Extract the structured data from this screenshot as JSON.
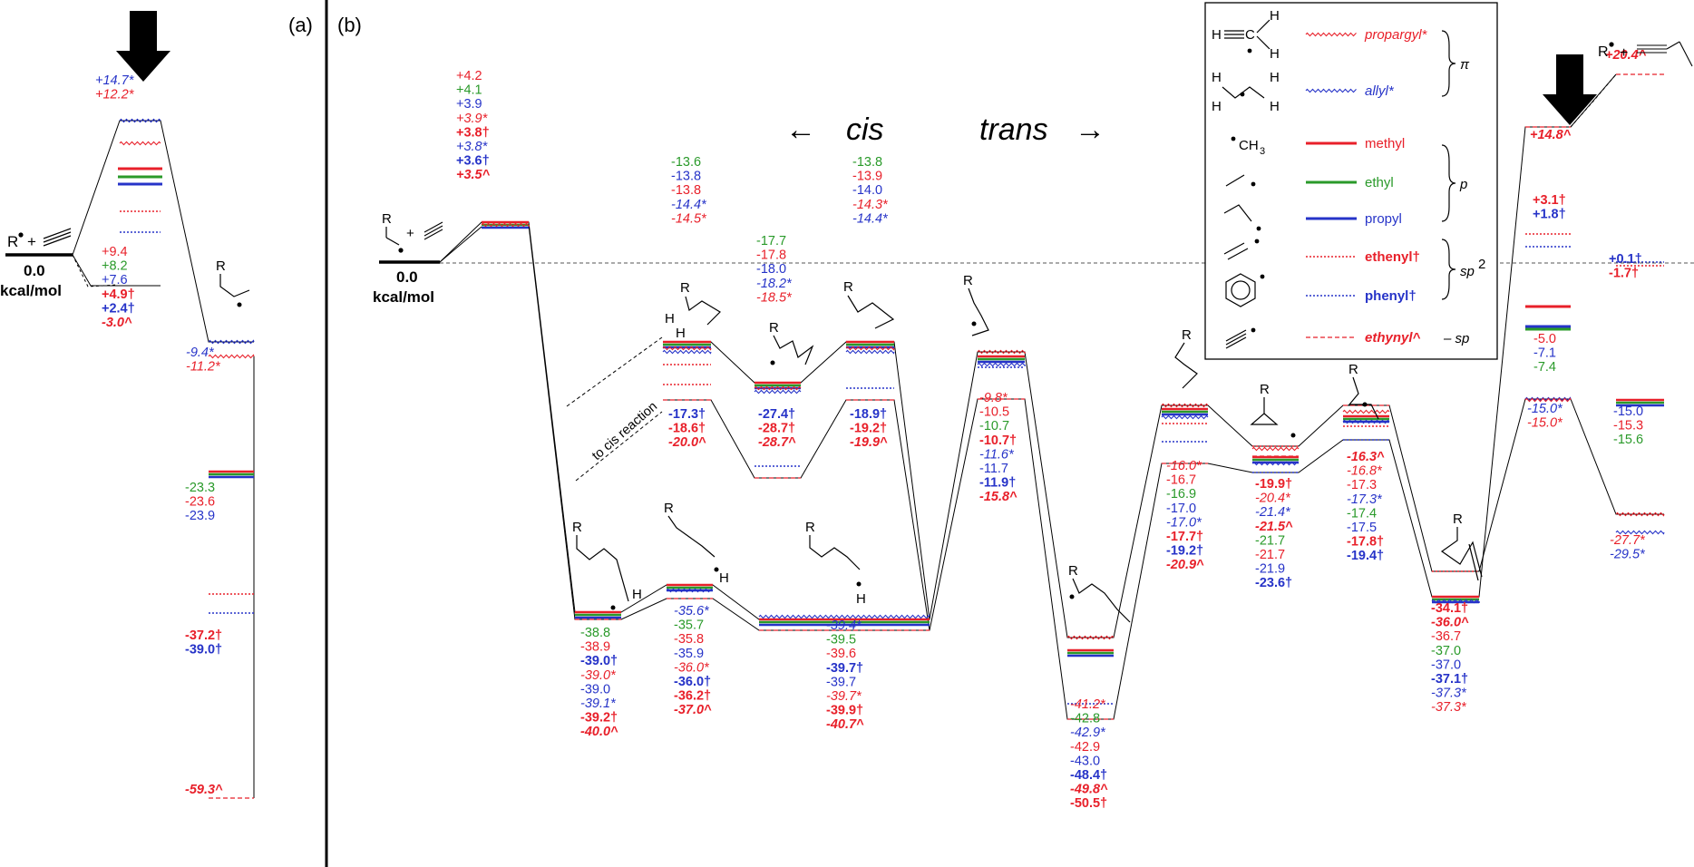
{
  "panels": {
    "a": "(a)",
    "b": "(b)"
  },
  "zero": {
    "value": "0.0",
    "unit": "kcal/mol"
  },
  "directions": {
    "cis": "cis",
    "trans": "trans",
    "left_arrow": "←",
    "right_arrow": "→"
  },
  "reactants_a": "R• + ≡",
  "reactants_b": "R• + ≡",
  "product_right": "R• + ≡—",
  "annotation": "to cis reaction",
  "colors": {
    "propargyl": "#e8202a",
    "allyl": "#2633c8",
    "methyl": "#e8202a",
    "ethyl": "#2a9a2a",
    "propyl": "#2633c8",
    "ethenyl": "#e8202a",
    "phenyl": "#2633c8",
    "ethynyl": "#e8202a",
    "black": "#000000"
  },
  "legend": {
    "items": [
      {
        "key": "propargyl",
        "label": "propargyl*",
        "style": "wavy",
        "color": "#e8202a"
      },
      {
        "key": "allyl",
        "label": "allyl*",
        "style": "wavy",
        "color": "#2633c8"
      },
      {
        "key": "methyl",
        "label": "methyl",
        "style": "solid",
        "color": "#e8202a"
      },
      {
        "key": "ethyl",
        "label": "ethyl",
        "style": "solid",
        "color": "#2a9a2a"
      },
      {
        "key": "propyl",
        "label": "propyl",
        "style": "solid",
        "color": "#2633c8"
      },
      {
        "key": "ethenyl",
        "label": "ethenyl†",
        "style": "dotted",
        "color": "#e8202a"
      },
      {
        "key": "phenyl",
        "label": "phenyl†",
        "style": "dotted",
        "color": "#2633c8"
      },
      {
        "key": "ethynyl",
        "label": "ethynyl^",
        "style": "dashed",
        "color": "#e8202a"
      }
    ],
    "groups": {
      "pi": "π",
      "p": "p",
      "sp2": "sp",
      "sp2_sup": "2",
      "sp": "– sp"
    },
    "structures": {
      "propargyl": "H–C≡C–CH₂•",
      "allyl": "H₂C=CH–CH₂•",
      "methyl": "•CH₃",
      "ch3": "CH",
      "ch3_sub": "3",
      "h": "H",
      "c": "C"
    }
  },
  "columns": [
    {
      "id": "a_ts",
      "labels": [
        {
          "t": "+14.7*",
          "c": "allyl",
          "i": true
        },
        {
          "t": "+12.2*",
          "c": "propargyl",
          "i": true
        }
      ]
    },
    {
      "id": "a_entry",
      "labels": [
        {
          "t": "+9.4",
          "c": "methyl"
        },
        {
          "t": "+8.2",
          "c": "ethyl"
        },
        {
          "t": "+7.6",
          "c": "propyl"
        },
        {
          "t": "+4.9†",
          "c": "ethenyl",
          "b": true
        },
        {
          "t": "+2.4†",
          "c": "phenyl",
          "b": true
        },
        {
          "t": "-3.0^",
          "c": "ethynyl",
          "b": true,
          "i": true
        }
      ]
    },
    {
      "id": "a_int",
      "labels": [
        {
          "t": "-9.4*",
          "c": "allyl",
          "i": true
        },
        {
          "t": "-11.2*",
          "c": "propargyl",
          "i": true
        }
      ]
    },
    {
      "id": "a_alkyl",
      "labels": [
        {
          "t": "-23.3",
          "c": "ethyl"
        },
        {
          "t": "-23.6",
          "c": "methyl"
        },
        {
          "t": "-23.9",
          "c": "propyl"
        }
      ]
    },
    {
      "id": "a_aryl",
      "labels": [
        {
          "t": "-37.2†",
          "c": "ethenyl",
          "b": true
        },
        {
          "t": "-39.0†",
          "c": "phenyl",
          "b": true
        }
      ]
    },
    {
      "id": "a_ethynyl",
      "labels": [
        {
          "t": "-59.3^",
          "c": "ethynyl",
          "b": true,
          "i": true
        }
      ]
    },
    {
      "id": "b_ts1",
      "labels": [
        {
          "t": "+4.2",
          "c": "methyl"
        },
        {
          "t": "+4.1",
          "c": "ethyl"
        },
        {
          "t": "+3.9",
          "c": "propyl"
        },
        {
          "t": "+3.9*",
          "c": "propargyl",
          "i": true
        },
        {
          "t": "+3.8†",
          "c": "ethenyl",
          "b": true
        },
        {
          "t": "+3.8*",
          "c": "allyl",
          "i": true
        },
        {
          "t": "+3.6†",
          "c": "phenyl",
          "b": true
        },
        {
          "t": "+3.5^",
          "c": "ethynyl",
          "b": true,
          "i": true
        }
      ]
    },
    {
      "id": "b_cisTS1_up",
      "labels": [
        {
          "t": "-13.6",
          "c": "ethyl"
        },
        {
          "t": "-13.8",
          "c": "propyl"
        },
        {
          "t": "-13.8",
          "c": "methyl"
        },
        {
          "t": "-14.4*",
          "c": "allyl",
          "i": true
        },
        {
          "t": "-14.5*",
          "c": "propargyl",
          "i": true
        }
      ]
    },
    {
      "id": "b_cisTS1_low",
      "labels": [
        {
          "t": "-17.3†",
          "c": "phenyl",
          "b": true
        },
        {
          "t": "-18.6†",
          "c": "ethenyl",
          "b": true
        },
        {
          "t": "-20.0^",
          "c": "ethynyl",
          "b": true,
          "i": true
        }
      ]
    },
    {
      "id": "b_cisInt_up",
      "labels": [
        {
          "t": "-17.7",
          "c": "ethyl"
        },
        {
          "t": "-17.8",
          "c": "methyl"
        },
        {
          "t": "-18.0",
          "c": "propyl"
        },
        {
          "t": "-18.2*",
          "c": "allyl",
          "i": true
        },
        {
          "t": "-18.5*",
          "c": "propargyl",
          "i": true
        }
      ]
    },
    {
      "id": "b_cisInt_low",
      "labels": [
        {
          "t": "-27.4†",
          "c": "phenyl",
          "b": true
        },
        {
          "t": "-28.7†",
          "c": "ethenyl",
          "b": true
        },
        {
          "t": "-28.7^",
          "c": "ethynyl",
          "b": true,
          "i": true
        }
      ]
    },
    {
      "id": "b_cisTS2_up",
      "labels": [
        {
          "t": "-13.8",
          "c": "ethyl"
        },
        {
          "t": "-13.9",
          "c": "methyl"
        },
        {
          "t": "-14.0",
          "c": "propyl"
        },
        {
          "t": "-14.3*",
          "c": "propargyl",
          "i": true
        },
        {
          "t": "-14.4*",
          "c": "allyl",
          "i": true
        }
      ]
    },
    {
      "id": "b_cisTS2_low",
      "labels": [
        {
          "t": "-18.9†",
          "c": "phenyl",
          "b": true
        },
        {
          "t": "-19.2†",
          "c": "ethenyl",
          "b": true
        },
        {
          "t": "-19.9^",
          "c": "ethynyl",
          "b": true,
          "i": true
        }
      ]
    },
    {
      "id": "b_cis_min1",
      "labels": [
        {
          "t": "-38.8",
          "c": "ethyl"
        },
        {
          "t": "-38.9",
          "c": "methyl"
        },
        {
          "t": "-39.0†",
          "c": "phenyl",
          "b": true
        },
        {
          "t": "-39.0*",
          "c": "propargyl",
          "i": true
        },
        {
          "t": "-39.0",
          "c": "propyl"
        },
        {
          "t": "-39.1*",
          "c": "allyl",
          "i": true
        },
        {
          "t": "-39.2†",
          "c": "ethenyl",
          "b": true
        },
        {
          "t": "-40.0^",
          "c": "ethynyl",
          "b": true,
          "i": true
        }
      ]
    },
    {
      "id": "b_cis_rot",
      "labels": [
        {
          "t": "-35.6*",
          "c": "allyl",
          "i": true
        },
        {
          "t": "-35.7",
          "c": "ethyl"
        },
        {
          "t": "-35.8",
          "c": "methyl"
        },
        {
          "t": "-35.9",
          "c": "propyl"
        },
        {
          "t": "-36.0*",
          "c": "propargyl",
          "i": true
        },
        {
          "t": "-36.0†",
          "c": "phenyl",
          "b": true
        },
        {
          "t": "-36.2†",
          "c": "ethenyl",
          "b": true
        },
        {
          "t": "-37.0^",
          "c": "ethynyl",
          "b": true,
          "i": true
        }
      ]
    },
    {
      "id": "b_cis_min2",
      "labels": [
        {
          "t": "-39.4*",
          "c": "allyl",
          "i": true
        },
        {
          "t": "-39.5",
          "c": "ethyl"
        },
        {
          "t": "-39.6",
          "c": "methyl"
        },
        {
          "t": "-39.7†",
          "c": "phenyl",
          "b": true
        },
        {
          "t": "-39.7",
          "c": "propyl"
        },
        {
          "t": "-39.7*",
          "c": "propargyl",
          "i": true
        },
        {
          "t": "-39.9†",
          "c": "ethenyl",
          "b": true
        },
        {
          "t": "-40.7^",
          "c": "ethynyl",
          "b": true,
          "i": true
        }
      ]
    },
    {
      "id": "b_trans_ts",
      "labels": [
        {
          "t": "-9.8*",
          "c": "propargyl",
          "i": true
        },
        {
          "t": "-10.5",
          "c": "methyl"
        },
        {
          "t": "-10.7",
          "c": "ethyl"
        },
        {
          "t": "-10.7†",
          "c": "ethenyl",
          "b": true
        },
        {
          "t": "-11.6*",
          "c": "allyl",
          "i": true
        },
        {
          "t": "-11.7",
          "c": "propyl"
        },
        {
          "t": "-11.9†",
          "c": "phenyl",
          "b": true
        },
        {
          "t": "-15.8^",
          "c": "ethynyl",
          "b": true,
          "i": true
        }
      ]
    },
    {
      "id": "b_trans_min",
      "labels": [
        {
          "t": "-41.2*",
          "c": "propargyl",
          "i": true
        },
        {
          "t": "-42.8",
          "c": "ethyl"
        },
        {
          "t": "-42.9*",
          "c": "allyl",
          "i": true
        },
        {
          "t": "-42.9",
          "c": "methyl"
        },
        {
          "t": "-43.0",
          "c": "propyl"
        },
        {
          "t": "-48.4†",
          "c": "phenyl",
          "b": true
        },
        {
          "t": "-49.8^",
          "c": "ethynyl",
          "b": true,
          "i": true
        },
        {
          "t": "-50.5†",
          "c": "ethenyl",
          "b": true
        }
      ]
    },
    {
      "id": "b_ts3",
      "labels": [
        {
          "t": "-16.0*",
          "c": "propargyl",
          "i": true
        },
        {
          "t": "-16.7",
          "c": "methyl"
        },
        {
          "t": "-16.9",
          "c": "ethyl"
        },
        {
          "t": "-17.0",
          "c": "propyl"
        },
        {
          "t": "-17.0*",
          "c": "allyl",
          "i": true
        },
        {
          "t": "-17.7†",
          "c": "ethenyl",
          "b": true
        },
        {
          "t": "-19.2†",
          "c": "phenyl",
          "b": true
        },
        {
          "t": "-20.9^",
          "c": "ethynyl",
          "b": true,
          "i": true
        }
      ]
    },
    {
      "id": "b_cp",
      "labels": [
        {
          "t": "-19.9†",
          "c": "ethenyl",
          "b": true
        },
        {
          "t": "-20.4*",
          "c": "propargyl",
          "i": true
        },
        {
          "t": "-21.4*",
          "c": "allyl",
          "i": true
        },
        {
          "t": "-21.5^",
          "c": "ethynyl",
          "b": true,
          "i": true
        },
        {
          "t": "-21.7",
          "c": "ethyl"
        },
        {
          "t": "-21.7",
          "c": "methyl"
        },
        {
          "t": "-21.9",
          "c": "propyl"
        },
        {
          "t": "-23.6†",
          "c": "phenyl",
          "b": true
        }
      ]
    },
    {
      "id": "b_ts4",
      "labels": [
        {
          "t": "-16.3^",
          "c": "ethynyl",
          "b": true,
          "i": true
        },
        {
          "t": "-16.8*",
          "c": "propargyl",
          "i": true
        },
        {
          "t": "-17.3",
          "c": "methyl"
        },
        {
          "t": "-17.3*",
          "c": "allyl",
          "i": true
        },
        {
          "t": "-17.4",
          "c": "ethyl"
        },
        {
          "t": "-17.5",
          "c": "propyl"
        },
        {
          "t": "-17.8†",
          "c": "ethenyl",
          "b": true
        },
        {
          "t": "-19.4†",
          "c": "phenyl",
          "b": true
        }
      ]
    },
    {
      "id": "b_branch",
      "labels": [
        {
          "t": "-34.1†",
          "c": "ethenyl",
          "b": true
        },
        {
          "t": "-36.0^",
          "c": "ethynyl",
          "b": true,
          "i": true
        },
        {
          "t": "-36.7",
          "c": "methyl"
        },
        {
          "t": "-37.0",
          "c": "ethyl"
        },
        {
          "t": "-37.0",
          "c": "propyl"
        },
        {
          "t": "-37.1†",
          "c": "phenyl",
          "b": true
        },
        {
          "t": "-37.3*",
          "c": "allyl",
          "i": true
        },
        {
          "t": "-37.3*",
          "c": "propargyl",
          "i": true
        }
      ]
    },
    {
      "id": "b_ts5_top",
      "labels": [
        {
          "t": "+14.8^",
          "c": "ethynyl",
          "b": true,
          "i": true
        }
      ]
    },
    {
      "id": "b_ts5_aryl",
      "labels": [
        {
          "t": "+3.1†",
          "c": "ethenyl",
          "b": true
        },
        {
          "t": "+1.8†",
          "c": "phenyl",
          "b": true
        }
      ]
    },
    {
      "id": "b_ts5_alkyl",
      "labels": [
        {
          "t": "-5.0",
          "c": "methyl"
        },
        {
          "t": "-7.1",
          "c": "propyl"
        },
        {
          "t": "-7.4",
          "c": "ethyl"
        }
      ]
    },
    {
      "id": "b_ts5_res",
      "labels": [
        {
          "t": "-15.0*",
          "c": "allyl",
          "i": true
        },
        {
          "t": "-15.0*",
          "c": "propargyl",
          "i": true
        }
      ]
    },
    {
      "id": "b_prod_top",
      "labels": [
        {
          "t": "+20.4^",
          "c": "ethynyl",
          "b": true,
          "i": true
        }
      ]
    },
    {
      "id": "b_prod_aryl",
      "labels": [
        {
          "t": "+0.1†",
          "c": "phenyl",
          "b": true
        },
        {
          "t": "-1.7†",
          "c": "ethenyl",
          "b": true
        }
      ]
    },
    {
      "id": "b_prod_alkyl",
      "labels": [
        {
          "t": "-15.0",
          "c": "propyl"
        },
        {
          "t": "-15.3",
          "c": "methyl"
        },
        {
          "t": "-15.6",
          "c": "ethyl"
        }
      ]
    },
    {
      "id": "b_prod_res",
      "labels": [
        {
          "t": "-27.7*",
          "c": "propargyl",
          "i": true
        },
        {
          "t": "-29.5*",
          "c": "allyl",
          "i": true
        }
      ]
    }
  ]
}
